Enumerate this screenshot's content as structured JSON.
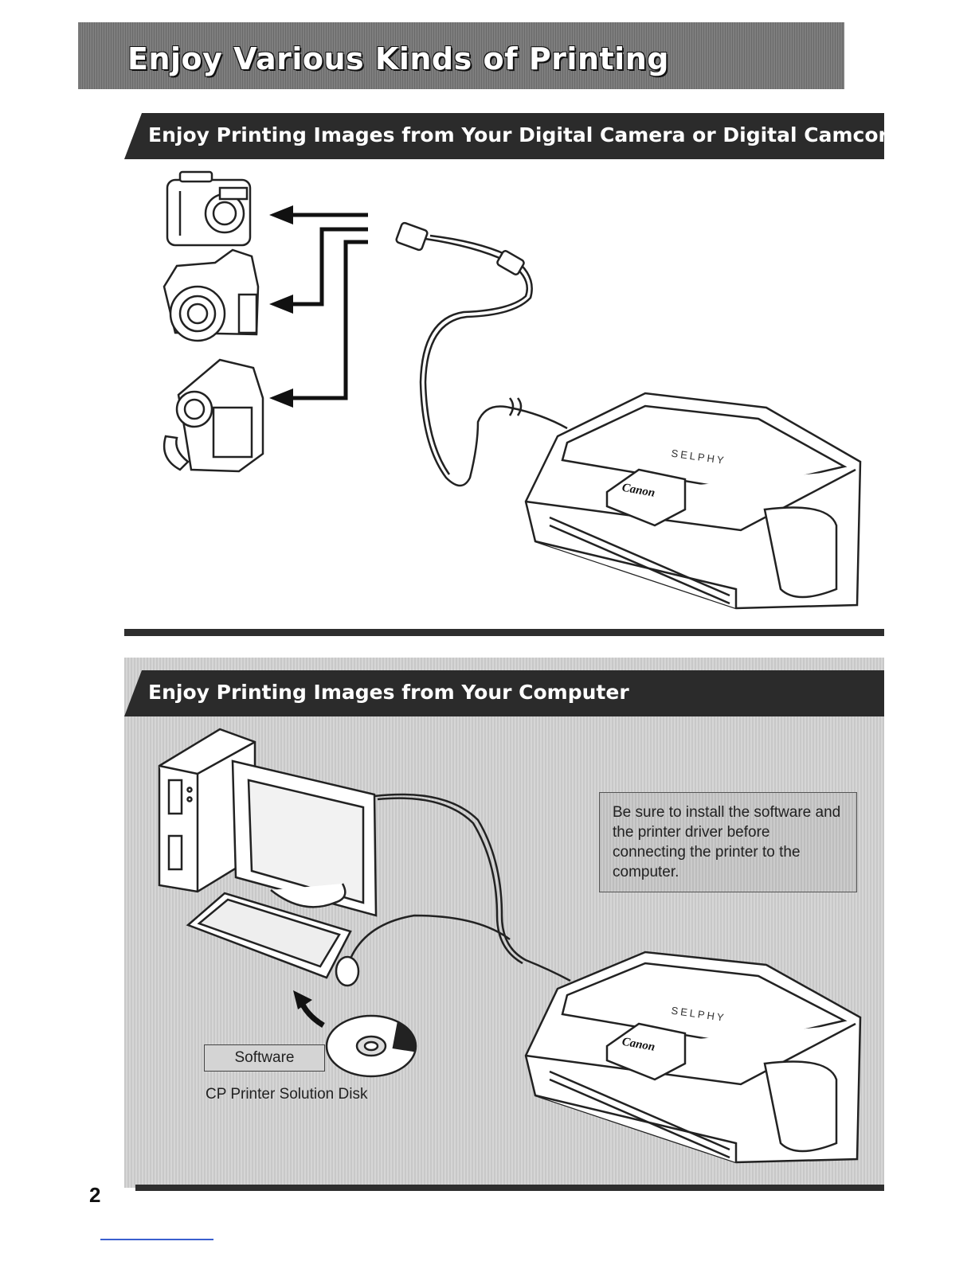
{
  "page": {
    "title": "Enjoy Various Kinds of Printing",
    "page_number": "2"
  },
  "section_camera": {
    "heading": "Enjoy Printing Images from Your Digital Camera or Digital Camcorder",
    "devices": [
      "digital-camera",
      "digital-slr-camera",
      "digital-camcorder"
    ],
    "printer_brand": "Canon",
    "printer_model": "SELPHY"
  },
  "section_computer": {
    "heading": "Enjoy Printing Images from Your Computer",
    "note": "Be sure to install the software and the printer driver before connecting the printer to the computer.",
    "software_label": "Software",
    "disk_label": "CP Printer Solution Disk",
    "printer_brand": "Canon",
    "printer_model": "SELPHY"
  }
}
